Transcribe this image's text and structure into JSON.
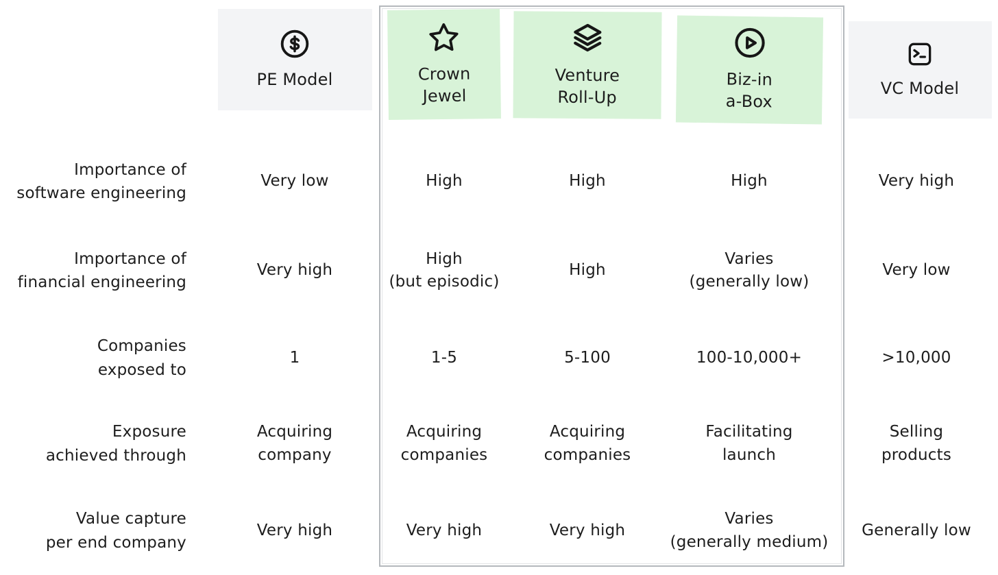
{
  "colors": {
    "green_highlight": "#d8f3d8",
    "gray_highlight": "#f3f4f6",
    "text": "#1d1d1d",
    "box_border": "#b4b8bc"
  },
  "columns": [
    {
      "id": "pe-model",
      "label": "PE Model",
      "icon": "dollar-circle-icon",
      "highlight": "gray"
    },
    {
      "id": "crown-jewel",
      "label": "Crown\nJewel",
      "icon": "star-icon",
      "highlight": "green"
    },
    {
      "id": "venture-roll-up",
      "label": "Venture\nRoll-Up",
      "icon": "layers-icon",
      "highlight": "green"
    },
    {
      "id": "biz-in-a-box",
      "label": "Biz-in\na-Box",
      "icon": "play-circle-icon",
      "highlight": "green"
    },
    {
      "id": "vc-model",
      "label": "VC Model",
      "icon": "terminal-icon",
      "highlight": "gray"
    }
  ],
  "rows": [
    {
      "label": "Importance of\nsoftware engineering",
      "values": [
        "Very low",
        "High",
        "High",
        "High",
        "Very high"
      ]
    },
    {
      "label": "Importance of\nfinancial engineering",
      "values": [
        "Very high",
        "High\n(but episodic)",
        "High",
        "Varies\n(generally low)",
        "Very low"
      ]
    },
    {
      "label": "Companies\nexposed to",
      "values": [
        "1",
        "1-5",
        "5-100",
        "100-10,000+",
        ">10,000"
      ]
    },
    {
      "label": "Exposure\nachieved through",
      "values": [
        "Acquiring\ncompany",
        "Acquiring\ncompanies",
        "Acquiring\ncompanies",
        "Facilitating\nlaunch",
        "Selling\nproducts"
      ]
    },
    {
      "label": "Value capture\nper end company",
      "values": [
        "Very high",
        "Very high",
        "Very high",
        "Varies\n(generally medium)",
        "Generally low"
      ]
    }
  ]
}
